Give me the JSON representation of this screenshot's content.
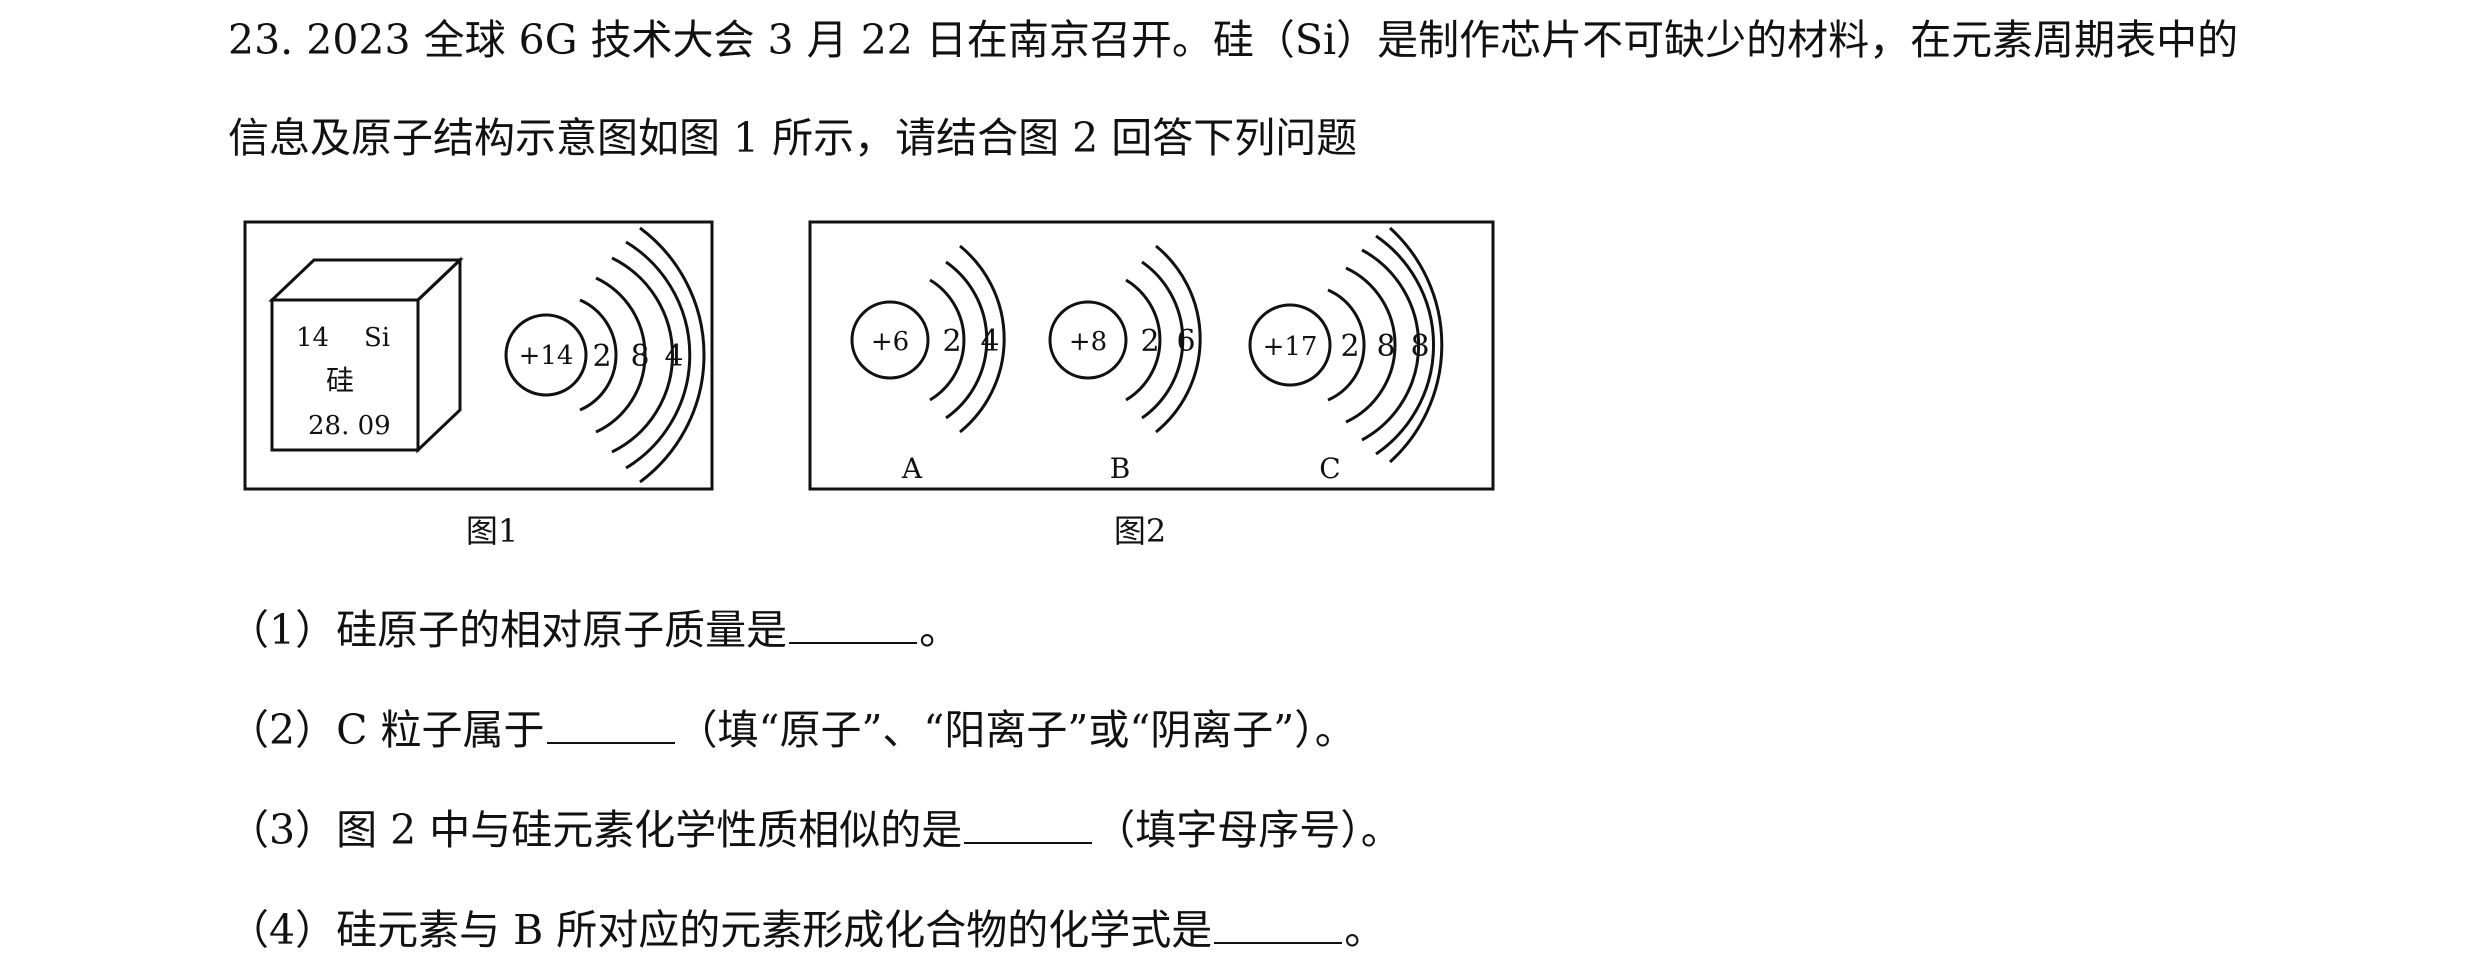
{
  "question": {
    "intro_line1": "23. 2023 全球 6G 技术大会 3 月 22 日在南京召开。硅（Si）是制作芯片不可缺少的材料，在元素周期表中的",
    "intro_line2": "信息及原子结构示意图如图 1 所示，请结合图 2 回答下列问题"
  },
  "figure1": {
    "caption": "图1",
    "element_card": {
      "atomic_number": "14",
      "symbol": "Si",
      "name": "硅",
      "atomic_mass": "28. 09"
    },
    "atom": {
      "nucleus": "+14",
      "shells": [
        "2",
        "8",
        "4"
      ]
    }
  },
  "figure2": {
    "caption": "图2",
    "particles": [
      {
        "label": "A",
        "nucleus": "+6",
        "shells": [
          "2",
          "4"
        ]
      },
      {
        "label": "B",
        "nucleus": "+8",
        "shells": [
          "2",
          "6"
        ]
      },
      {
        "label": "C",
        "nucleus": "+17",
        "shells": [
          "2",
          "8",
          "8"
        ]
      }
    ]
  },
  "subquestions": [
    {
      "before": "（1）硅原子的相对原子质量是",
      "after": "。"
    },
    {
      "before": "（2）C 粒子属于",
      "after": "（填“原子”、“阳离子”或“阴离子”）。"
    },
    {
      "before": "（3）图 2 中与硅元素化学性质相似的是",
      "after": "（填字母序号）。"
    },
    {
      "before": "（4）硅元素与 B 所对应的元素形成化合物的化学式是",
      "after": "。"
    }
  ]
}
